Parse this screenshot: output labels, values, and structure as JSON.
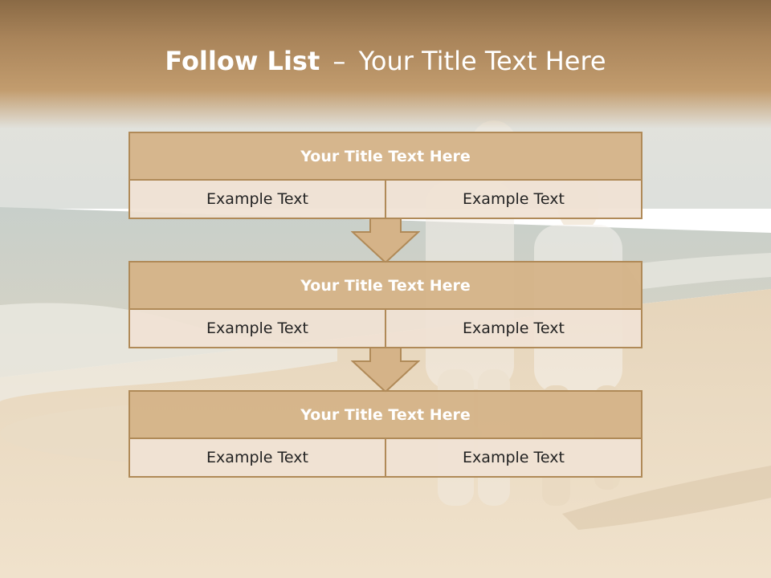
{
  "title": {
    "bold": "Follow List",
    "separator": "–",
    "rest": "Your Title Text Here"
  },
  "steps": [
    {
      "title": "Your Title Text Here",
      "left": "Example Text",
      "right": "Example Text"
    },
    {
      "title": "Your Title Text Here",
      "left": "Example Text",
      "right": "Example Text"
    },
    {
      "title": "Your Title Text Here",
      "left": "Example Text",
      "right": "Example Text"
    }
  ],
  "colors": {
    "accent": "#b08a58",
    "header_fill": "#d5b388",
    "cell_fill": "#f0e2d4",
    "title_band": "#a9845a"
  }
}
